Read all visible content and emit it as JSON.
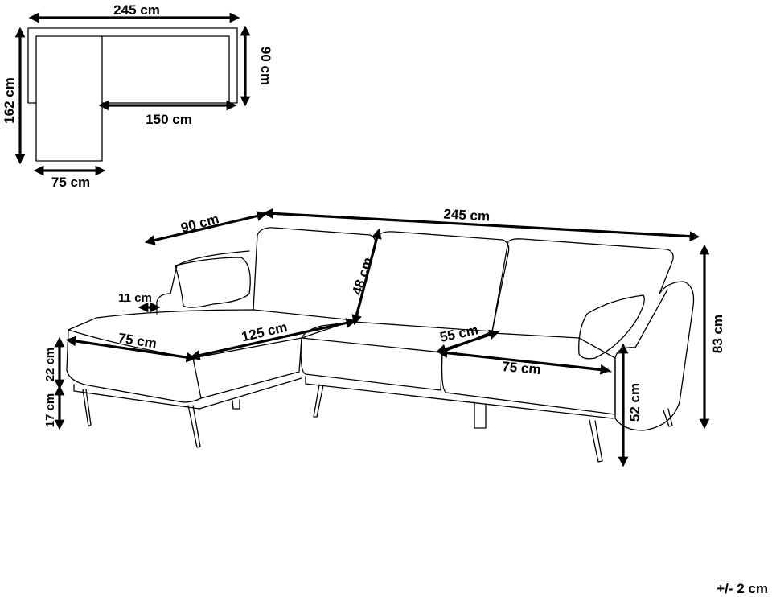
{
  "plan_view": {
    "total_width": "245 cm",
    "depth": "90 cm",
    "chaise_length": "162 cm",
    "sofa_width": "150 cm",
    "chaise_width": "75 cm"
  },
  "perspective_view": {
    "depth": "90 cm",
    "width": "245 cm",
    "back_height": "48 cm",
    "armrest_width": "11 cm",
    "chaise_seat_width": "75 cm",
    "chaise_seat_depth": "125 cm",
    "seat_depth": "55 cm",
    "seat_cushion_width": "75 cm",
    "seat_height_cushion": "22 cm",
    "leg_height": "17 cm",
    "seat_height": "52 cm",
    "total_height": "83 cm"
  },
  "tolerance": "+/- 2 cm"
}
